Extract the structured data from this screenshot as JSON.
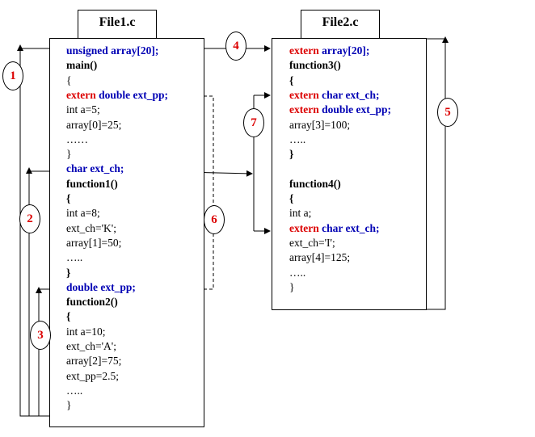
{
  "file1": {
    "title": "File1.c",
    "lines": [
      [
        {
          "t": "unsigned array[20];",
          "c": "blue"
        }
      ],
      [
        {
          "t": "main()",
          "c": "b"
        }
      ],
      [
        {
          "t": "{",
          "c": "blk"
        }
      ],
      [
        {
          "t": "extern",
          "c": "red"
        },
        {
          "t": " double ext_pp;",
          "c": "blue"
        }
      ],
      [
        {
          "t": "int a=5;",
          "c": "blk"
        }
      ],
      [
        {
          "t": "array[0]=25;",
          "c": "blk"
        }
      ],
      [
        {
          "t": "……",
          "c": "blk"
        }
      ],
      [
        {
          "t": "}",
          "c": "blk"
        }
      ],
      [
        {
          "t": "char ext_ch;",
          "c": "blue"
        }
      ],
      [
        {
          "t": "function1()",
          "c": "b"
        }
      ],
      [
        {
          "t": "{",
          "c": "b"
        }
      ],
      [
        {
          "t": "int a=8;",
          "c": "blk"
        }
      ],
      [
        {
          "t": "ext_ch='K';",
          "c": "blk"
        }
      ],
      [
        {
          "t": "array[1]=50;",
          "c": "blk"
        }
      ],
      [
        {
          "t": "…..",
          "c": "blk"
        }
      ],
      [
        {
          "t": "}",
          "c": "b"
        }
      ],
      [
        {
          "t": "double ext_pp;",
          "c": "blue"
        }
      ],
      [
        {
          "t": "function2()",
          "c": "b"
        }
      ],
      [
        {
          "t": "{",
          "c": "b"
        }
      ],
      [
        {
          "t": "int a=10;",
          "c": "blk"
        }
      ],
      [
        {
          "t": "ext_ch='A';",
          "c": "blk"
        }
      ],
      [
        {
          "t": "array[2]=75;",
          "c": "blk"
        }
      ],
      [
        {
          "t": "ext_pp=2.5;",
          "c": "blk"
        }
      ],
      [
        {
          "t": "…..",
          "c": "blk"
        }
      ],
      [
        {
          "t": "}",
          "c": "blk"
        }
      ]
    ]
  },
  "file2": {
    "title": "File2.c",
    "lines": [
      [
        {
          "t": "extern",
          "c": "red"
        },
        {
          "t": " array[20];",
          "c": "blue"
        }
      ],
      [
        {
          "t": "function3()",
          "c": "b"
        }
      ],
      [
        {
          "t": "{",
          "c": "b"
        }
      ],
      [
        {
          "t": "extern",
          "c": "red"
        },
        {
          "t": " char ext_ch;",
          "c": "blue"
        }
      ],
      [
        {
          "t": "extern",
          "c": "red"
        },
        {
          "t": " double ext_pp;",
          "c": "blue"
        }
      ],
      [
        {
          "t": "array[3]=100;",
          "c": "blk"
        }
      ],
      [
        {
          "t": "…..",
          "c": "blk"
        }
      ],
      [
        {
          "t": "}",
          "c": "b"
        }
      ],
      [
        {
          "t": "",
          "c": "blk"
        }
      ],
      [
        {
          "t": "function4()",
          "c": "b"
        }
      ],
      [
        {
          "t": "{",
          "c": "b"
        }
      ],
      [
        {
          "t": "int a;",
          "c": "blk"
        }
      ],
      [
        {
          "t": "extern",
          "c": "red"
        },
        {
          "t": " char ext_ch;",
          "c": "blue"
        }
      ],
      [
        {
          "t": "ext_ch='I';",
          "c": "blk"
        }
      ],
      [
        {
          "t": "array[4]=125;",
          "c": "blk"
        }
      ],
      [
        {
          "t": "…..",
          "c": "blk"
        }
      ],
      [
        {
          "t": "}",
          "c": "blk"
        }
      ]
    ]
  },
  "badges": [
    "1",
    "2",
    "3",
    "4",
    "5",
    "6",
    "7"
  ],
  "colors": {
    "keyword_extern": "#dc0000",
    "declaration": "#0000b4",
    "badge": "#dc0000"
  }
}
